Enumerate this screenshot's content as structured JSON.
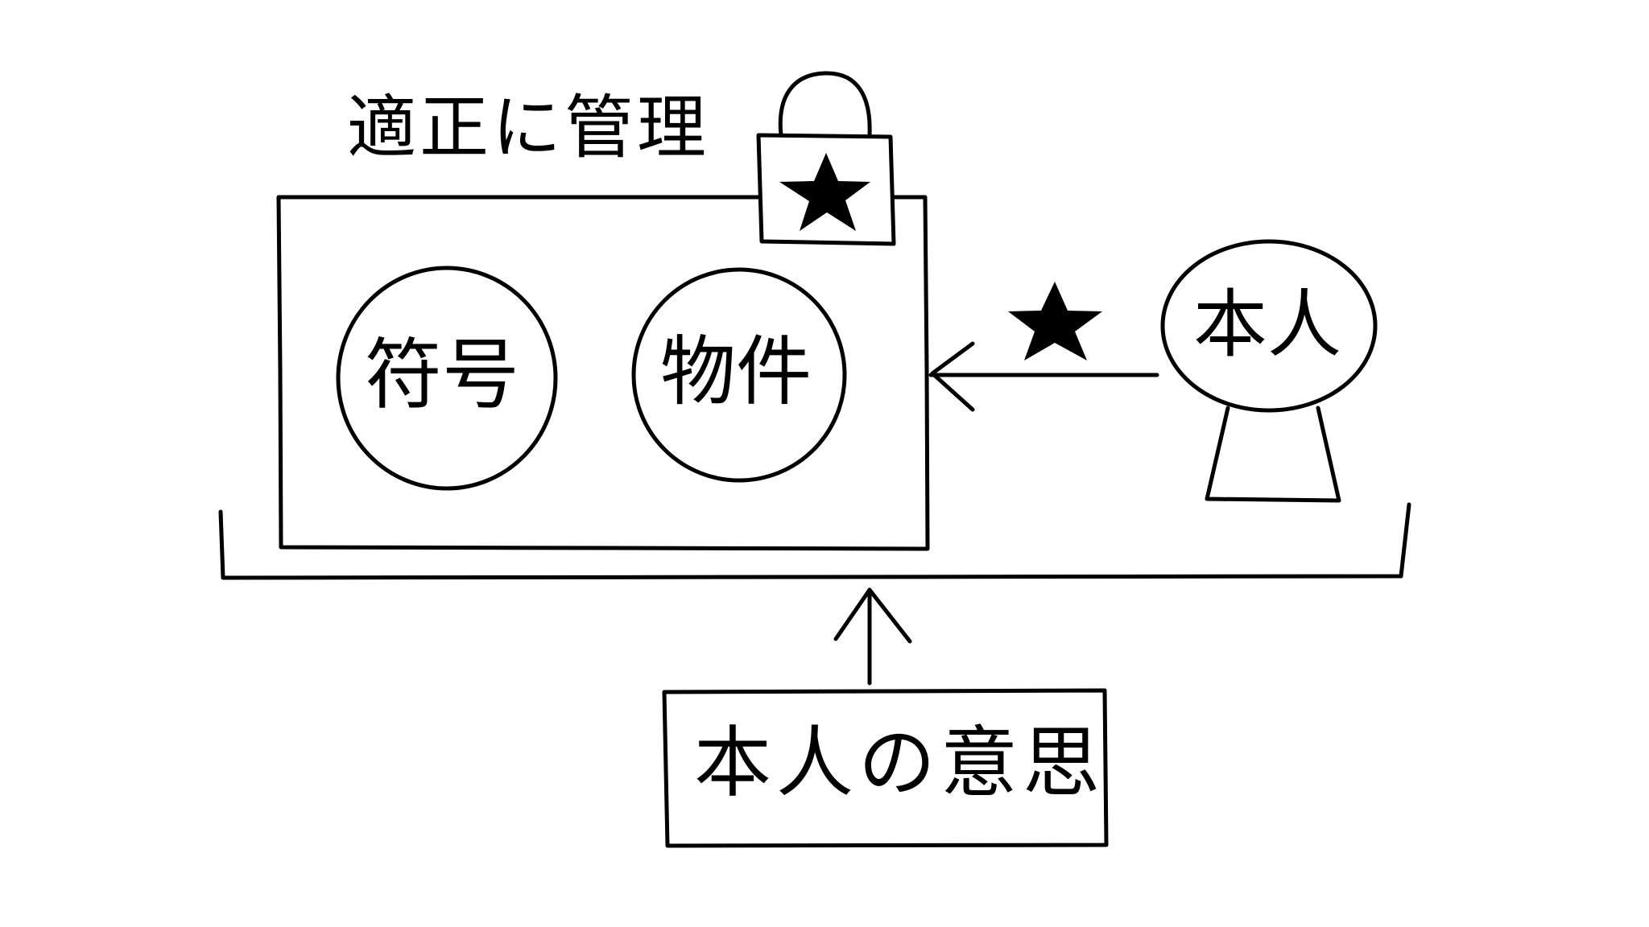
{
  "title": "適正に管理",
  "circles": [
    {
      "label": "符号"
    },
    {
      "label": "物件"
    }
  ],
  "person": {
    "label": "本人"
  },
  "bottom_box": {
    "label": "本人の意思"
  },
  "colors": {
    "ink": "#000000",
    "background": "#ffffff"
  },
  "icons": [
    "lock-icon",
    "star-icon",
    "arrow-left-icon",
    "arrow-up-icon",
    "person-icon"
  ]
}
